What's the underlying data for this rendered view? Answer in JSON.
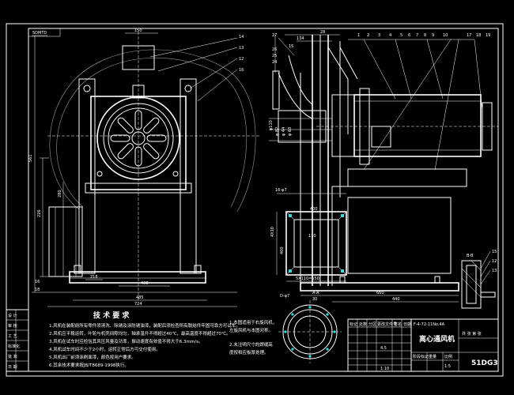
{
  "drawing": {
    "title_block": {
      "name_label": "离心通风机",
      "model": "F-4-72-11No.4A",
      "drawing_number": "51DG3"
    },
    "part_callouts": {
      "front": [
        "14",
        "13",
        "12",
        "16"
      ],
      "side": [
        "27",
        "26",
        "25",
        "24",
        "1",
        "2",
        "3",
        "4",
        "5",
        "6",
        "7",
        "8",
        "9",
        "10",
        "17",
        "18",
        "19"
      ],
      "detail": [
        "15",
        "12",
        "13"
      ]
    },
    "dimensions": {
      "front_height": "561",
      "front_lower": "226",
      "front_inner": "280",
      "front_base": "16",
      "front_base2": "18",
      "front_w1": "218",
      "front_w2": "408",
      "front_w3": "485",
      "front_w4": "724",
      "front_top": "150",
      "side_top1": "28",
      "side_top2": "134",
      "side_top3": "15",
      "side_d1": "φ110",
      "side_d2": "φ 82",
      "side_d3": "φ 44",
      "side_d4": "φ 63",
      "side_mid1": "16-φ7",
      "side_mid2": "400",
      "side_mid3": "4X10",
      "side_mid4": "5X110=550",
      "side_mid5": "400",
      "side_mid6": "110",
      "side_bot1": "660",
      "side_bot2": "440",
      "view_b": "B-B",
      "view_a": "A-A",
      "view_d": "D-φ7",
      "small_30": "30",
      "small_0": "0"
    },
    "tech_requirements": {
      "title": "技 术 要 求",
      "items": [
        "1.风机在装配前所有零件须清洗、除锈及涂防锈油漆，装配后须检查所有联结件牢固可靠方可试车。",
        "2.风机应平稳运转，叶轮与机壳间隙均匀，轴承温升不得超过40℃，最高温度不得超过70℃。",
        "3.风机在试车时应检验其风压风量及功率，振动速度有效值不得大于6.3mm/s。",
        "4.风机试车时间不少于2小时，运转正常后方可交付使用。",
        "5.风机出厂前须涂刷面漆，颜色按用户要求。",
        "6.其余技术要求按JB/T8689-1998执行。"
      ],
      "right_items": [
        "1.本图适用于右旋风机，",
        "左旋风机与本图对称。",
        "2.未注明尺寸的焊缝高",
        "度按相应板厚处理。"
      ]
    },
    "left_table": {
      "rows": [
        "设 计",
        "审 核",
        "工 艺",
        "标准化",
        "批 准",
        "日 期"
      ]
    },
    "right_table": {
      "header": [
        "标记",
        "处数",
        "分区",
        "更改文件号",
        "签名",
        "日期"
      ],
      "stage": "阶段标记",
      "weight": "重量",
      "ratio": "比例",
      "ratio_value": "1:5",
      "sheet": "共 张 第 张",
      "cell_a": "4.5",
      "cell_b": "1:10"
    }
  }
}
